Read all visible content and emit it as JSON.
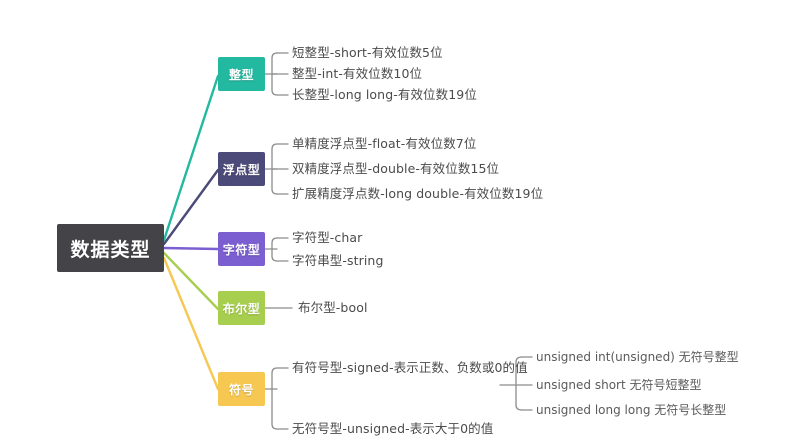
{
  "diagram": {
    "type": "mind-map",
    "title": "数据类型",
    "background_color": "#ffffff",
    "root": {
      "label": "数据类型",
      "color": "#444448",
      "text_color": "#ffffff"
    },
    "branches": [
      {
        "id": "integer",
        "label": "整型",
        "color": "#23b9a0",
        "connector_color": "#23b9a0",
        "children": [
          {
            "label": "短整型-short-有效位数5位"
          },
          {
            "label": "整型-int-有效位数10位"
          },
          {
            "label": "长整型-long long-有效位数19位"
          }
        ]
      },
      {
        "id": "float",
        "label": "浮点型",
        "color": "#4b4a79",
        "connector_color": "#4b4a79",
        "children": [
          {
            "label": "单精度浮点型-float-有效位数7位"
          },
          {
            "label": "双精度浮点型-double-有效位数15位"
          },
          {
            "label": "扩展精度浮点数-long double-有效位数19位"
          }
        ]
      },
      {
        "id": "char",
        "label": "字符型",
        "color": "#7b5ed0",
        "connector_color": "#7b5ed0",
        "children": [
          {
            "label": "字符型-char"
          },
          {
            "label": "字符串型-string"
          }
        ]
      },
      {
        "id": "bool",
        "label": "布尔型",
        "color": "#a7ce4e",
        "connector_color": "#a7ce4e",
        "children": [
          {
            "label": "布尔型-bool"
          }
        ]
      },
      {
        "id": "sign",
        "label": "符号",
        "color": "#f6c851",
        "connector_color": "#f6c851",
        "children": [
          {
            "label": "有符号型-signed-表示正数、负数或0的值",
            "children": [
              {
                "label": "unsigned int(unsigned) 无符号整型"
              },
              {
                "label": "unsigned short 无符号短整型"
              },
              {
                "label": "unsigned long long 无符号长整型"
              }
            ]
          },
          {
            "label": "无符号型-unsigned-表示大于0的值"
          }
        ]
      }
    ],
    "connector_bracket_color": "#8c8c8c"
  }
}
